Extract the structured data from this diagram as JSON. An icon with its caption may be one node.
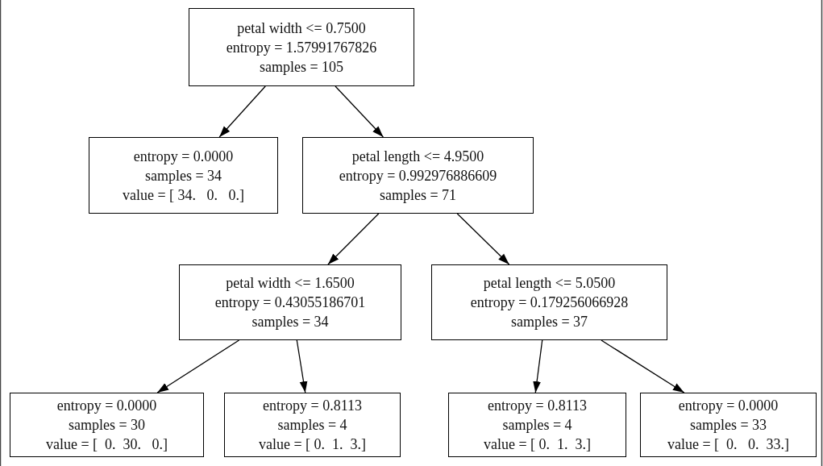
{
  "diagram": {
    "nodes": [
      {
        "text": [
          "petal width <= 0.7500",
          "entropy = 1.57991767826",
          "samples = 105"
        ]
      },
      {
        "text": [
          "entropy = 0.0000",
          "samples = 34",
          "value = [ 34.   0.   0.]"
        ]
      },
      {
        "text": [
          "petal length <= 4.9500",
          "entropy = 0.992976886609",
          "samples = 71"
        ]
      },
      {
        "text": [
          "petal width <= 1.6500",
          "entropy = 0.43055186701",
          "samples = 34"
        ]
      },
      {
        "text": [
          "petal length <= 5.0500",
          "entropy = 0.179256066928",
          "samples = 37"
        ]
      },
      {
        "text": [
          "entropy = 0.0000",
          "samples = 30",
          "value = [  0.  30.   0.]"
        ]
      },
      {
        "text": [
          "entropy = 0.8113",
          "samples = 4",
          "value = [ 0.  1.  3.]"
        ]
      },
      {
        "text": [
          "entropy = 0.8113",
          "samples = 4",
          "value = [ 0.  1.  3.]"
        ]
      },
      {
        "text": [
          "entropy = 0.0000",
          "samples = 33",
          "value = [  0.   0.  33.]"
        ]
      }
    ],
    "edges": [
      {
        "from": 0,
        "to": 1,
        "arrow": "to"
      },
      {
        "from": 0,
        "to": 2,
        "arrow": "to"
      },
      {
        "from": 2,
        "to": 3,
        "arrow": "to"
      },
      {
        "from": 2,
        "to": 4,
        "arrow": "to"
      },
      {
        "from": 3,
        "to": 5,
        "arrow": "to"
      },
      {
        "from": 3,
        "to": 6,
        "arrow": "to"
      },
      {
        "from": 4,
        "to": 7,
        "arrow": "to"
      },
      {
        "from": 4,
        "to": 8,
        "arrow": "to"
      }
    ]
  }
}
